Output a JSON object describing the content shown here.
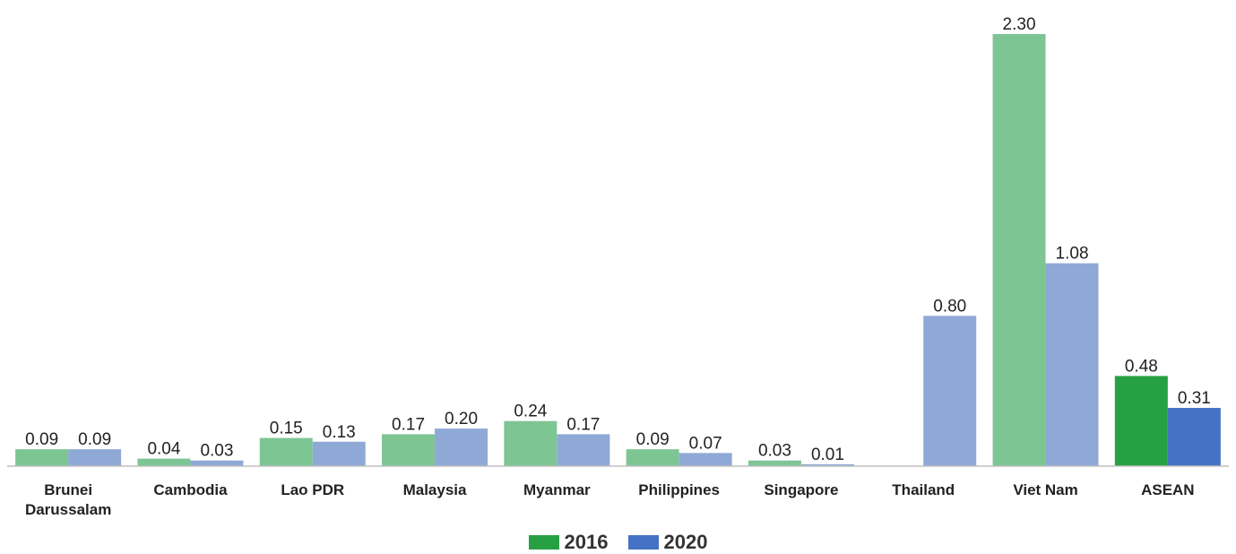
{
  "chart_data": {
    "type": "bar",
    "categories": [
      "Brunei Darussalam",
      "Cambodia",
      "Lao PDR",
      "Malaysia",
      "Myanmar",
      "Philippines",
      "Singapore",
      "Thailand",
      "Viet Nam",
      "ASEAN"
    ],
    "category_lines": [
      [
        "Brunei",
        "Darussalam"
      ],
      [
        "Cambodia"
      ],
      [
        "Lao PDR"
      ],
      [
        "Malaysia"
      ],
      [
        "Myanmar"
      ],
      [
        "Philippines"
      ],
      [
        "Singapore"
      ],
      [
        "Thailand"
      ],
      [
        "Viet Nam"
      ],
      [
        "ASEAN"
      ]
    ],
    "series": [
      {
        "name": "2016",
        "values": [
          0.09,
          0.04,
          0.15,
          0.17,
          0.24,
          0.09,
          0.03,
          null,
          2.3,
          0.48
        ],
        "labels": [
          "0.09",
          "0.04",
          "0.15",
          "0.17",
          "0.24",
          "0.09",
          "0.03",
          "",
          "2.30",
          "0.48"
        ],
        "color": "#7dc593",
        "highlight_color": "#27a043"
      },
      {
        "name": "2020",
        "values": [
          0.09,
          0.03,
          0.13,
          0.2,
          0.17,
          0.07,
          0.01,
          0.8,
          1.08,
          0.31
        ],
        "labels": [
          "0.09",
          "0.03",
          "0.13",
          "0.20",
          "0.17",
          "0.07",
          "0.01",
          "0.80",
          "1.08",
          "0.31"
        ],
        "color": "#8fa9d6",
        "highlight_color": "#4472c4"
      }
    ],
    "highlight_category": "ASEAN",
    "ylim": [
      0,
      2.3
    ],
    "grid": false,
    "legend_position": "bottom-center"
  },
  "legend": {
    "items": [
      {
        "label": "2016",
        "color": "#27a043"
      },
      {
        "label": "2020",
        "color": "#4472c4"
      }
    ]
  }
}
